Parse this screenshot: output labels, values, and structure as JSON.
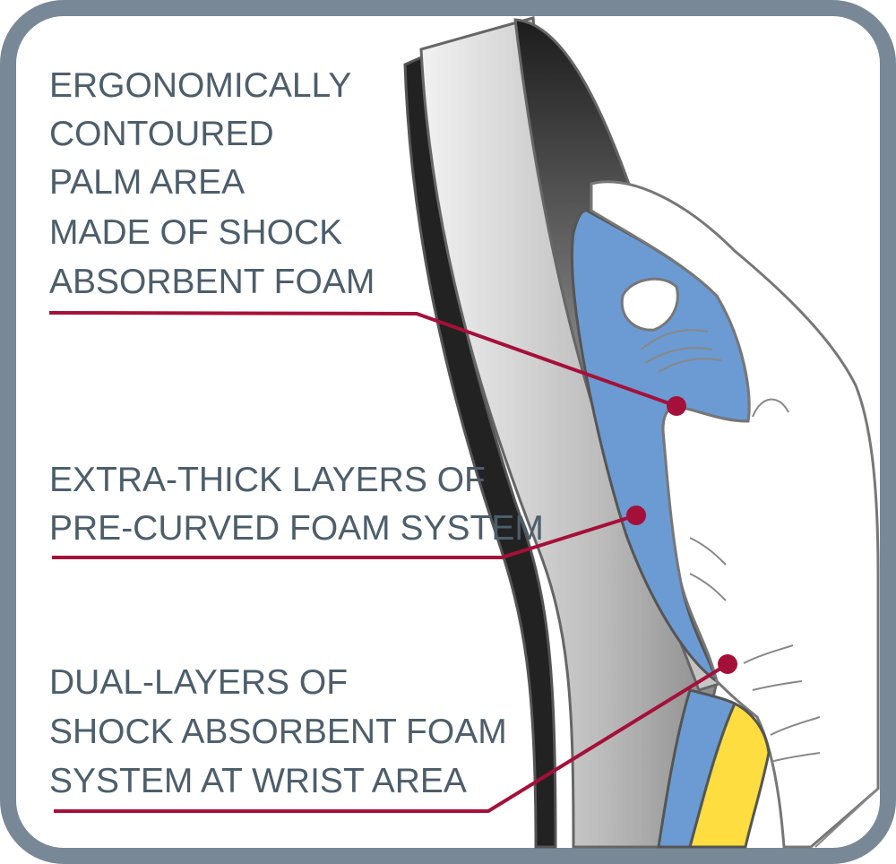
{
  "labels": {
    "palm": [
      "ERGONOMICALLY",
      "CONTOURED",
      "PALM AREA",
      "MADE OF SHOCK",
      "ABSORBENT FOAM"
    ],
    "foam": [
      "EXTRA-THICK LAYERS OF",
      "PRE-CURVED FOAM SYSTEM"
    ],
    "wrist": [
      "DUAL-LAYERS OF",
      "SHOCK ABSORBENT FOAM",
      "SYSTEM AT WRIST AREA"
    ]
  },
  "colors": {
    "frame": "#788896",
    "text": "#4d5e6b",
    "leader": "#a5103a",
    "foam_blue": "#6b9bd2",
    "foam_yellow": "#fddd3f"
  }
}
